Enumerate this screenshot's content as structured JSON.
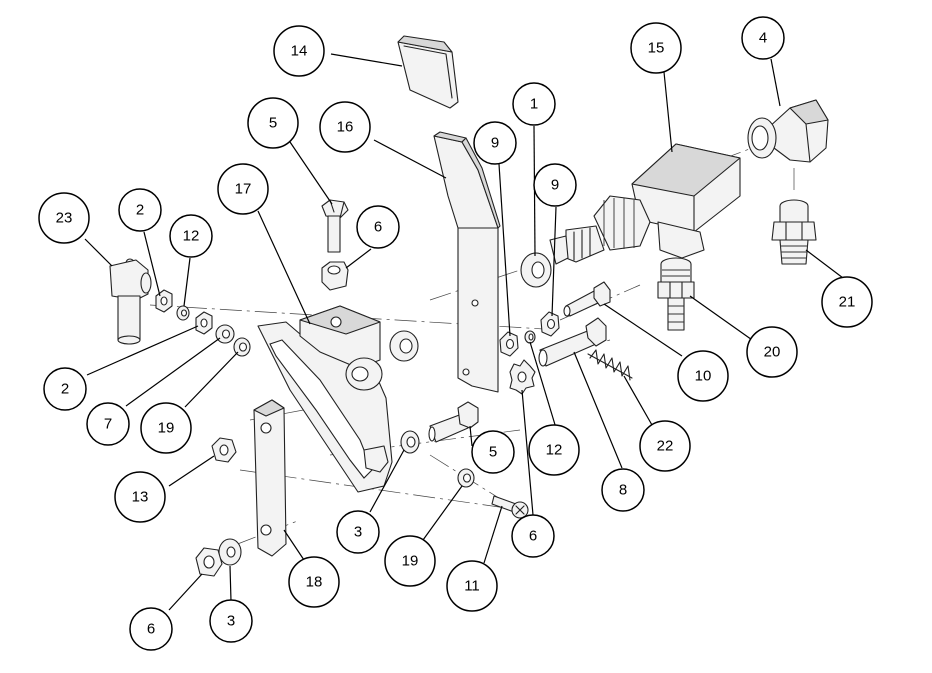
{
  "callouts": [
    {
      "id": "c-14",
      "label": "14"
    },
    {
      "id": "c-5a",
      "label": "5"
    },
    {
      "id": "c-16",
      "label": "16"
    },
    {
      "id": "c-9a",
      "label": "9"
    },
    {
      "id": "c-1",
      "label": "1"
    },
    {
      "id": "c-15",
      "label": "15"
    },
    {
      "id": "c-4",
      "label": "4"
    },
    {
      "id": "c-9b",
      "label": "9"
    },
    {
      "id": "c-23",
      "label": "23"
    },
    {
      "id": "c-2a",
      "label": "2"
    },
    {
      "id": "c-12a",
      "label": "12"
    },
    {
      "id": "c-17",
      "label": "17"
    },
    {
      "id": "c-6a",
      "label": "6"
    },
    {
      "id": "c-21",
      "label": "21"
    },
    {
      "id": "c-2b",
      "label": "2"
    },
    {
      "id": "c-7",
      "label": "7"
    },
    {
      "id": "c-19a",
      "label": "19"
    },
    {
      "id": "c-20",
      "label": "20"
    },
    {
      "id": "c-10",
      "label": "10"
    },
    {
      "id": "c-13",
      "label": "13"
    },
    {
      "id": "c-5b",
      "label": "5"
    },
    {
      "id": "c-12b",
      "label": "12"
    },
    {
      "id": "c-22",
      "label": "22"
    },
    {
      "id": "c-8",
      "label": "8"
    },
    {
      "id": "c-3a",
      "label": "3"
    },
    {
      "id": "c-6b",
      "label": "6"
    },
    {
      "id": "c-19b",
      "label": "19"
    },
    {
      "id": "c-18",
      "label": "18"
    },
    {
      "id": "c-11",
      "label": "11"
    },
    {
      "id": "c-6c",
      "label": "6"
    },
    {
      "id": "c-3b",
      "label": "3"
    }
  ]
}
